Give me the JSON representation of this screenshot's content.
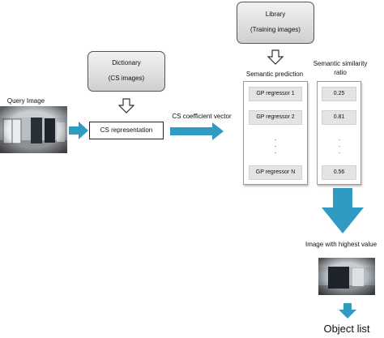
{
  "query": {
    "label": "Query Image"
  },
  "dictionary": {
    "line1": "Dictionary",
    "line2": "(CS images)"
  },
  "library": {
    "line1": "Library",
    "line2": "(Training images)"
  },
  "cs_representation": {
    "label": "CS representation"
  },
  "cs_vector": {
    "label": "CS coefficient vector"
  },
  "semantic_prediction": {
    "header": "Semantic prediction",
    "items": [
      "GP regressor 1",
      "GP regressor 2",
      "GP regressor N"
    ]
  },
  "similarity": {
    "header_line1": "Semantic similarity",
    "header_line2": "ratio",
    "values": [
      "0.25",
      "0.81",
      "0.56"
    ]
  },
  "highest": {
    "label": "Image with highest value"
  },
  "output": {
    "label": "Object list"
  },
  "colors": {
    "accent": "#2f9bc2",
    "box_fill": "#d9d9d9"
  }
}
